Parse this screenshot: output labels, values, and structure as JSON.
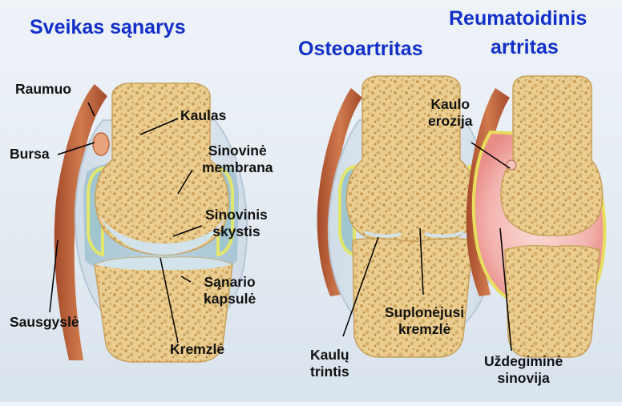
{
  "titles": {
    "healthy": "Sveikas sąnarys",
    "osteo": "Osteoartritas",
    "rheuma_line1": "Reumatoidinis",
    "rheuma_line2": "artritas"
  },
  "labels": {
    "muscle": "Raumuo",
    "bursa": "Bursa",
    "bone": "Kaulas",
    "synovial_membrane_1": "Sinovinė",
    "synovial_membrane_2": "membrana",
    "synovial_fluid_1": "Sinovinis",
    "synovial_fluid_2": "skystis",
    "capsule_1": "Sąnario",
    "capsule_2": "kapsulė",
    "tendon": "Sausgyslė",
    "cartilage": "Kremzlė",
    "bone_friction_1": "Kaulų",
    "bone_friction_2": "trintis",
    "thinned_cartilage_1": "Suplonėjusi",
    "thinned_cartilage_2": "kremzlė",
    "bone_erosion_1": "Kaulo",
    "bone_erosion_2": "erozija",
    "inflamed_synovium_1": "Uždegiminė",
    "inflamed_synovium_2": "sinovija"
  },
  "colors": {
    "title": "#1230c8",
    "bone": "#e8c98c",
    "bone_spots": "#c9a05a",
    "cartilage": "#c7dbe6",
    "fluid": "#9fc6cf",
    "membrane": "#e4e86a",
    "capsule": "#d6e1eb",
    "muscle": "#c0683f",
    "inflamed": "#f2a9a6"
  }
}
